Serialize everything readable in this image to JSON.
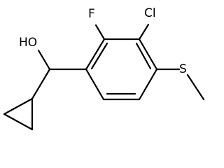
{
  "molecule": {
    "atom_labels": {
      "hydroxyl": "HO",
      "fluorine": "F",
      "chlorine": "Cl",
      "sulfur": "S"
    }
  }
}
